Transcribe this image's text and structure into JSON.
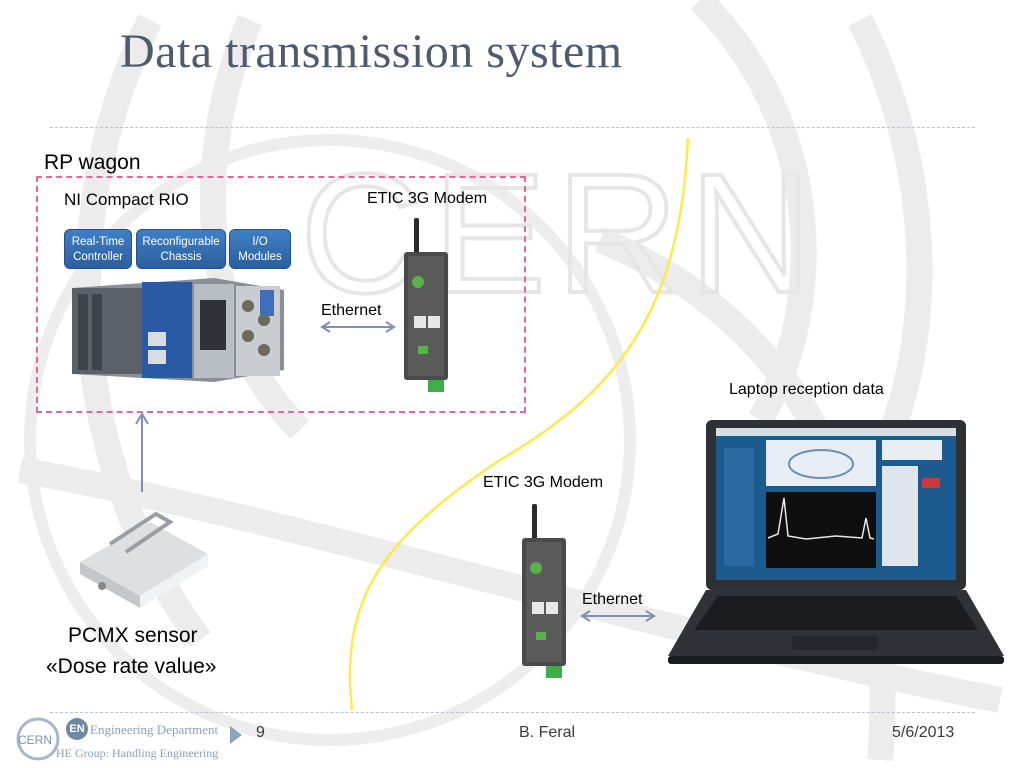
{
  "slide": {
    "title": "Data transmission system",
    "watermark": "CERN",
    "rp_wagon_label": "RP wagon",
    "ni_label": "NI Compact RIO",
    "ni_modules": [
      "Real-Time Controller",
      "Reconfigurable Chassis",
      "I/O Modules"
    ],
    "modem_top_label": "ETIC 3G Modem",
    "modem_bottom_label": "ETIC 3G Modem",
    "ethernet_top": "Ethernet",
    "ethernet_bottom": "Ethernet",
    "laptop_label": "Laptop reception data",
    "sensor_line1": "PCMX sensor",
    "sensor_line2": "«Dose rate value»"
  },
  "footer": {
    "page_number": "9",
    "author": "B. Feral",
    "date": "5/6/2013",
    "dept_line1": "Engineering Department",
    "dept_line2": "HE Group: Handling Engineering",
    "en_badge": "EN"
  },
  "colors": {
    "title": "#4e5a6e",
    "wagon_border": "#e4669c",
    "wireless_link": "#ffe94a",
    "arrow": "#7f8fb5",
    "module_blue": "#3f7fc5"
  },
  "icons": [
    "ni-compact-rio-image",
    "modem-device-image",
    "laptop-image",
    "sensor-image",
    "double-arrow-icon",
    "up-arrow-icon",
    "triangle-bullet-icon"
  ]
}
